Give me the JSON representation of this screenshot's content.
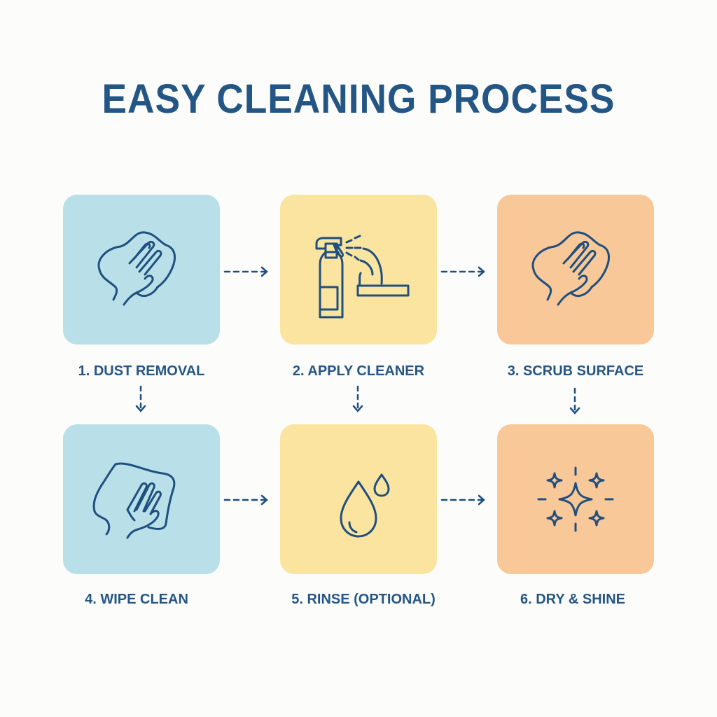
{
  "title": "EASY CLEANING PROCESS",
  "colors": {
    "text": "#245685",
    "icon_stroke": "#1f4f7e",
    "blue_card": "#b9e0e8",
    "yellow_card": "#fbe4a0",
    "orange_card": "#f8c898",
    "background": "#fcfcfb"
  },
  "steps": [
    {
      "number": 1,
      "label": "1. DUST REMOVAL",
      "icon": "hand-wiping-cloth-icon",
      "color": "blue"
    },
    {
      "number": 2,
      "label": "2. APPLY CLEANER",
      "icon": "spray-bottle-icon",
      "color": "yellow"
    },
    {
      "number": 3,
      "label": "3. SCRUB SURFACE",
      "icon": "hand-scrubbing-cloth-icon",
      "color": "orange"
    },
    {
      "number": 4,
      "label": "4. WIPE CLEAN",
      "icon": "hand-wiping-cloth-icon",
      "color": "blue"
    },
    {
      "number": 5,
      "label": "5. RINSE (OPTIONAL)",
      "icon": "water-drops-icon",
      "color": "yellow"
    },
    {
      "number": 6,
      "label": "6. DRY & SHINE",
      "icon": "sparkles-icon",
      "color": "orange"
    }
  ],
  "connectors": [
    {
      "from": 1,
      "to": 2,
      "direction": "right",
      "style": "dashed"
    },
    {
      "from": 2,
      "to": 3,
      "direction": "right",
      "style": "dashed"
    },
    {
      "from": 1,
      "to": 4,
      "direction": "down",
      "style": "dashed"
    },
    {
      "from": 2,
      "to": 5,
      "direction": "down",
      "style": "dashed"
    },
    {
      "from": 3,
      "to": 6,
      "direction": "down",
      "style": "dashed"
    },
    {
      "from": 4,
      "to": 5,
      "direction": "right",
      "style": "dashed"
    },
    {
      "from": 5,
      "to": 6,
      "direction": "right",
      "style": "dashed"
    }
  ]
}
